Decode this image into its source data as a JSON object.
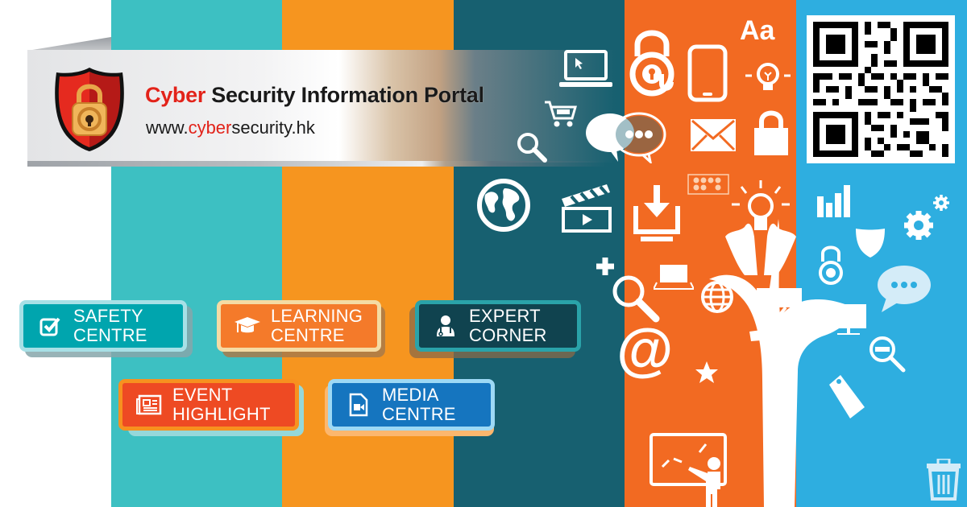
{
  "banner": {
    "title_accent": "Cyber",
    "title_rest": " Security Information Portal",
    "url_prefix": "www.",
    "url_accent": "cyber",
    "url_suffix": "security.hk",
    "logo": "shield-padlock-at-icon"
  },
  "colors": {
    "column_teal": "#3dc0c2",
    "column_orange": "#f6951f",
    "column_dark_teal": "#176070",
    "column_red_orange": "#f26a22",
    "column_blue": "#2eaee0",
    "title_accent": "#e2231a"
  },
  "nav": {
    "buttons": [
      {
        "id": "safety-centre",
        "line1": "SAFETY",
        "line2": "CENTRE",
        "icon": "checkbox-icon",
        "fill": "#00a5ae",
        "border": "#a7e0e6"
      },
      {
        "id": "learning-centre",
        "line1": "LEARNING",
        "line2": "CENTRE",
        "icon": "graduation-cap-icon",
        "fill": "#f47a2a",
        "border": "#f4dba4"
      },
      {
        "id": "expert-corner",
        "line1": "EXPERT",
        "line2": "CORNER",
        "icon": "doctor-icon",
        "fill": "#10434f",
        "border": "#2aa3a9"
      },
      {
        "id": "event-highlight",
        "line1": "EVENT",
        "line2": "HIGHLIGHT",
        "icon": "newspaper-icon",
        "fill": "#ee4a23",
        "border": "#f7911f"
      },
      {
        "id": "media-centre",
        "line1": "MEDIA",
        "line2": "CENTRE",
        "icon": "video-file-icon",
        "fill": "#1575bf",
        "border": "#9dd9f5"
      }
    ]
  },
  "decor": {
    "font_sample": "Aa",
    "qr_code": "qr-code"
  }
}
